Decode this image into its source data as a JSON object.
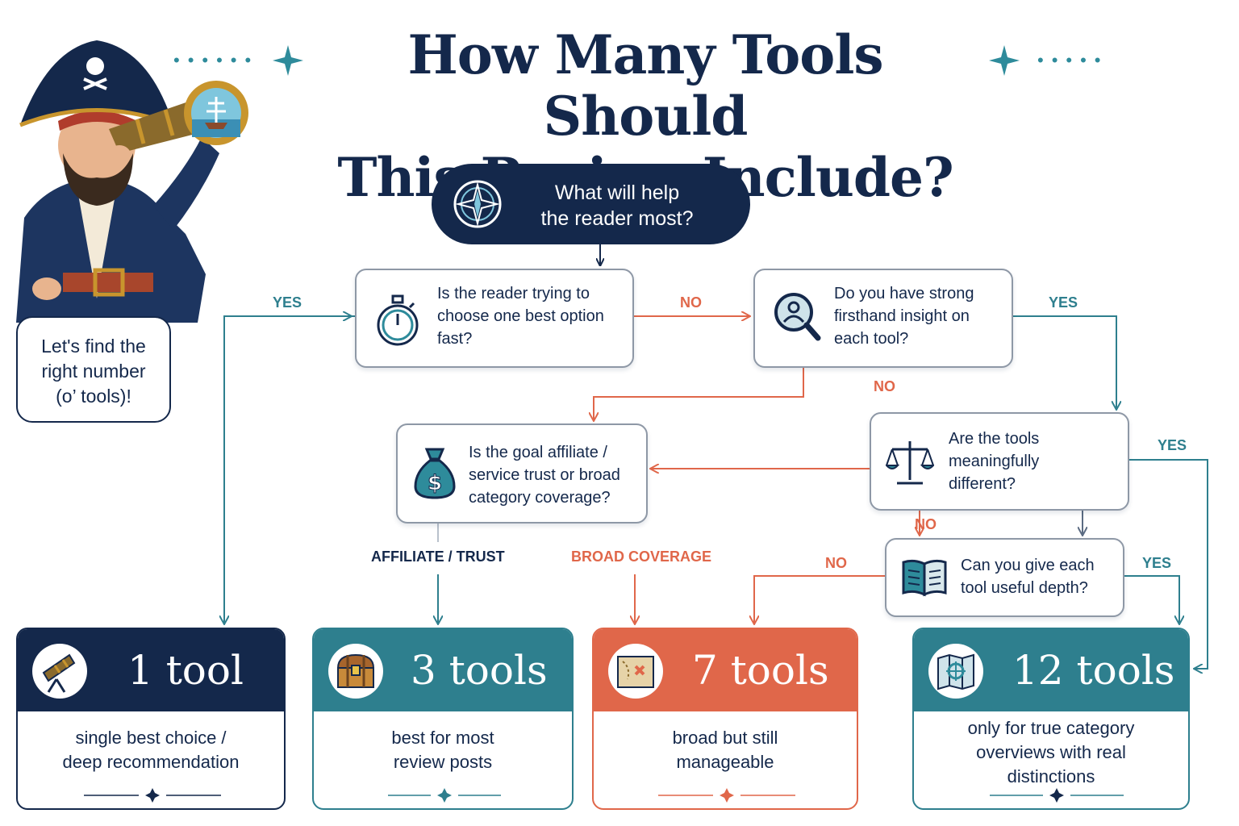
{
  "title_line1": "How Many Tools Should",
  "title_line2": "This Review Include?",
  "start": {
    "line1": "What will help",
    "line2": "the reader most?",
    "icon": "compass-icon"
  },
  "speech": {
    "line1": "Let's find the",
    "line2": "right number",
    "line3": "(o’ tools)!"
  },
  "questions": {
    "q1": {
      "line1": "Is the reader trying to",
      "line2": "choose one best option",
      "line3": "fast?",
      "icon": "stopwatch-icon"
    },
    "q2": {
      "line1": "Do you have strong",
      "line2": "firsthand insight on",
      "line3": "each tool?",
      "icon": "magnifier-icon"
    },
    "q3": {
      "line1": "Is the goal affiliate /",
      "line2": "service trust or broad",
      "line3": "category coverage?",
      "icon": "money-bag-icon"
    },
    "q4": {
      "line1": "Are the tools",
      "line2": "meaningfully",
      "line3": "different?",
      "icon": "scales-icon"
    },
    "q5": {
      "line1": "Can you give each",
      "line2": "tool useful depth?",
      "icon": "book-icon"
    }
  },
  "labels": {
    "yes_left": "YES",
    "no_q1": "NO",
    "yes_q2": "YES",
    "no_q2": "NO",
    "yes_q4": "YES",
    "no_q4": "NO",
    "yes_q5": "YES",
    "no_q5": "NO",
    "affiliate": "AFFILIATE / TRUST",
    "broad": "BROAD COVERAGE"
  },
  "outcomes": [
    {
      "count": "1 tool",
      "line1": "single best choice /",
      "line2": "deep recommendation",
      "line3": "",
      "icon": "telescope-icon",
      "color": "#14284b"
    },
    {
      "count": "3 tools",
      "line1": "best for most",
      "line2": "review posts",
      "line3": "",
      "icon": "treasure-chest-icon",
      "color": "#2e7f8e"
    },
    {
      "count": "7 tools",
      "line1": "broad but still",
      "line2": "manageable",
      "line3": "",
      "icon": "treasure-map-icon",
      "color": "#e0674a"
    },
    {
      "count": "12 tools",
      "line1": "only for true category",
      "line2": "overviews with real",
      "line3": "distinctions",
      "icon": "map-icon",
      "color": "#2e7f8e"
    }
  ],
  "colors": {
    "navy": "#14284b",
    "teal": "#2e7f8e",
    "orange": "#e0674a",
    "gray": "#8e98a6"
  }
}
